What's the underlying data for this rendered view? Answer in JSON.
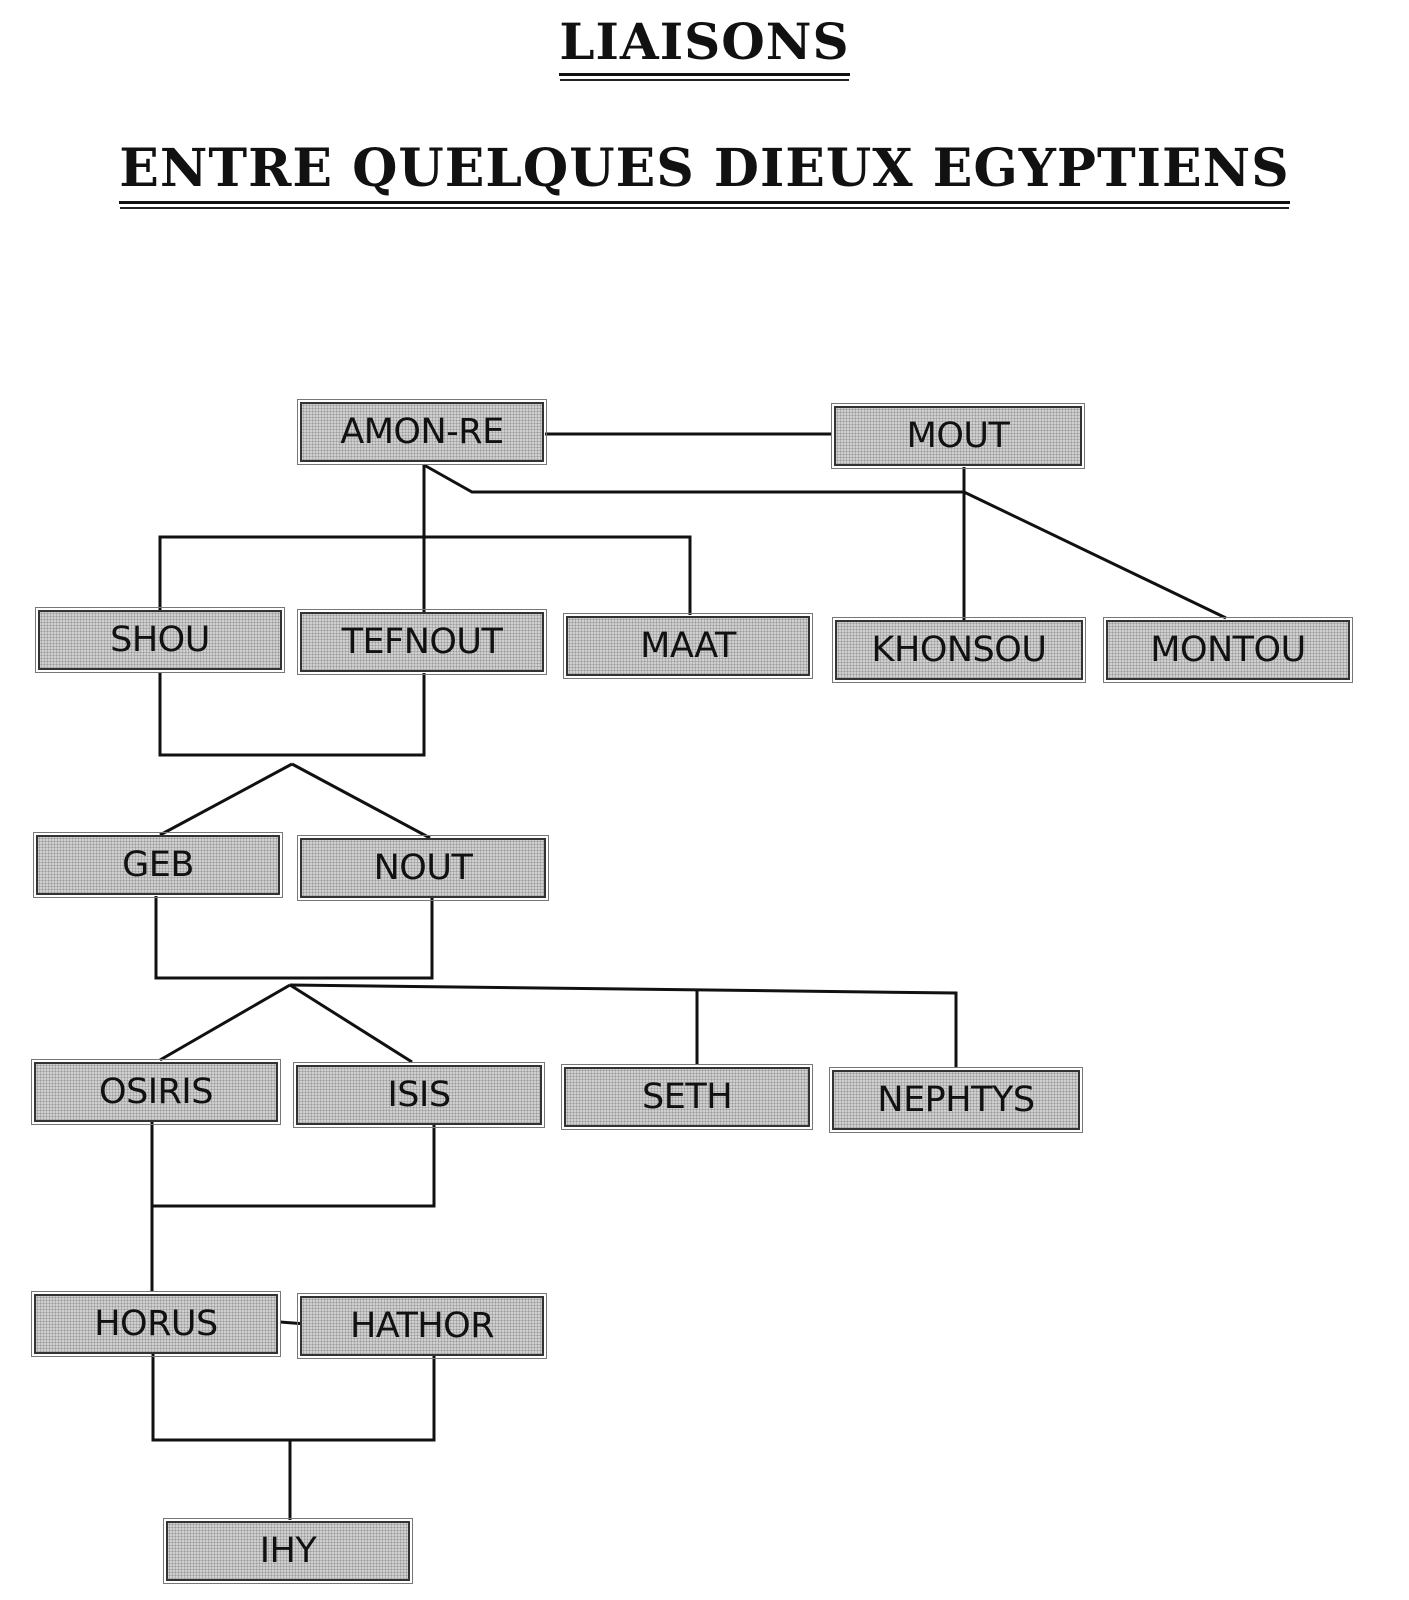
{
  "title": "LIAISONS",
  "subtitle": "ENTRE QUELQUES DIEUX EGYPTIENS",
  "gods": {
    "amon_re": "AMON-RE",
    "mout": "MOUT",
    "shou": "SHOU",
    "tefnout": "TEFNOUT",
    "maat": "MAAT",
    "khonsou": "KHONSOU",
    "montou": "MONTOU",
    "geb": "GEB",
    "nout": "NOUT",
    "osiris": "OSIRIS",
    "isis": "ISIS",
    "seth": "SETH",
    "nephtys": "NEPHTYS",
    "horus": "HORUS",
    "hathor": "HATHOR",
    "ihy": "IHY"
  },
  "links": [
    {
      "from": "AMON-RE",
      "to": "MOUT",
      "type": "couple"
    },
    {
      "from": "AMON-RE",
      "to": "SHOU",
      "type": "parent"
    },
    {
      "from": "AMON-RE",
      "to": "TEFNOUT",
      "type": "parent"
    },
    {
      "from": "AMON-RE",
      "to": "MAAT",
      "type": "parent"
    },
    {
      "from": "AMON-RE",
      "to": "MONTOU",
      "type": "parent"
    },
    {
      "from": "MOUT",
      "to": "KHONSOU",
      "type": "parent"
    },
    {
      "from": "MOUT",
      "to": "MONTOU",
      "type": "parent"
    },
    {
      "from": "SHOU",
      "to": "TEFNOUT",
      "type": "couple"
    },
    {
      "from": "SHOU + TEFNOUT",
      "to": "GEB",
      "type": "parent"
    },
    {
      "from": "SHOU + TEFNOUT",
      "to": "NOUT",
      "type": "parent"
    },
    {
      "from": "GEB",
      "to": "NOUT",
      "type": "couple"
    },
    {
      "from": "GEB + NOUT",
      "to": "OSIRIS",
      "type": "parent"
    },
    {
      "from": "GEB + NOUT",
      "to": "ISIS",
      "type": "parent"
    },
    {
      "from": "GEB + NOUT",
      "to": "SETH",
      "type": "parent"
    },
    {
      "from": "GEB + NOUT",
      "to": "NEPHTYS",
      "type": "parent"
    },
    {
      "from": "OSIRIS",
      "to": "ISIS",
      "type": "couple"
    },
    {
      "from": "OSIRIS + ISIS",
      "to": "HORUS",
      "type": "parent"
    },
    {
      "from": "HORUS",
      "to": "HATHOR",
      "type": "couple"
    },
    {
      "from": "HORUS + HATHOR",
      "to": "IHY",
      "type": "parent"
    }
  ]
}
